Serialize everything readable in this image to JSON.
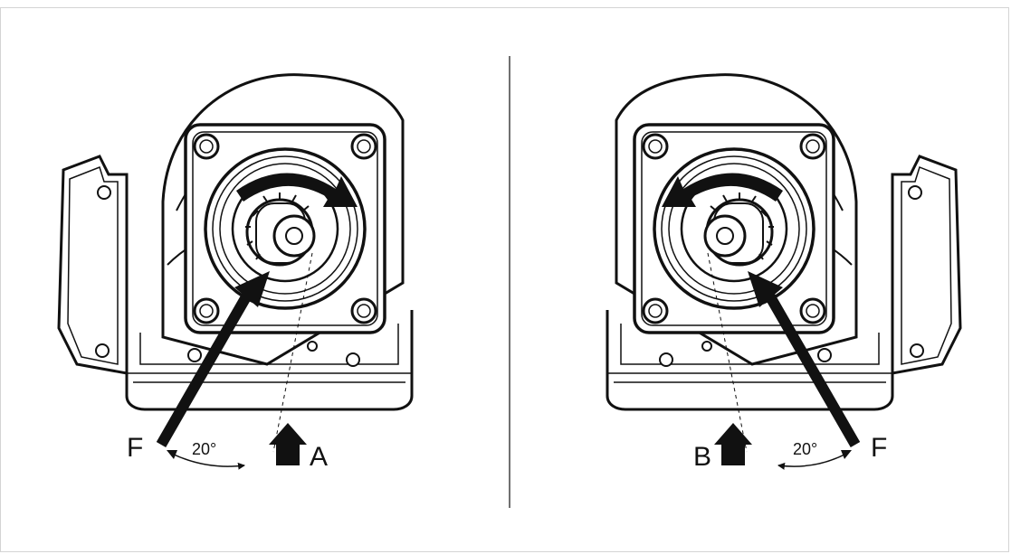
{
  "left_view": {
    "force_label": "F",
    "angle_label": "20°",
    "port_label": "A"
  },
  "right_view": {
    "force_label": "F",
    "angle_label": "20°",
    "port_label": "B"
  },
  "colors": {
    "ink": "#111111",
    "frame": "#d4d4d4",
    "background": "#ffffff"
  }
}
